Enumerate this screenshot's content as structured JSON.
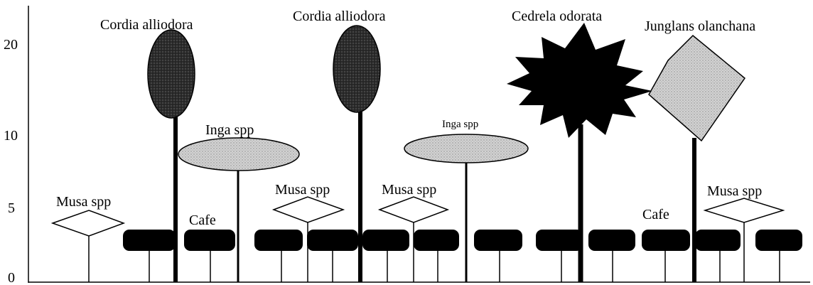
{
  "y_axis": {
    "ticks": [
      "20",
      "10",
      "5",
      "0"
    ]
  },
  "colors": {
    "ink": "#000000",
    "crown_stipple": "#cfcfcf",
    "dark_crown": "#2a2a2a",
    "background": "#ffffff"
  },
  "labels": {
    "cordia_1": "Cordia alliodora",
    "cordia_2": "Cordia alliodora",
    "cedrela": "Cedrela odorata",
    "juglans": "Junglans olanchana",
    "inga_1": "Inga spp",
    "inga_2": "Inga spp",
    "musa_1": "Musa spp",
    "musa_2": "Musa spp",
    "musa_3": "Musa spp",
    "musa_4": "Musa spp",
    "cafe_1": "Cafe",
    "cafe_2": "Cafe"
  }
}
